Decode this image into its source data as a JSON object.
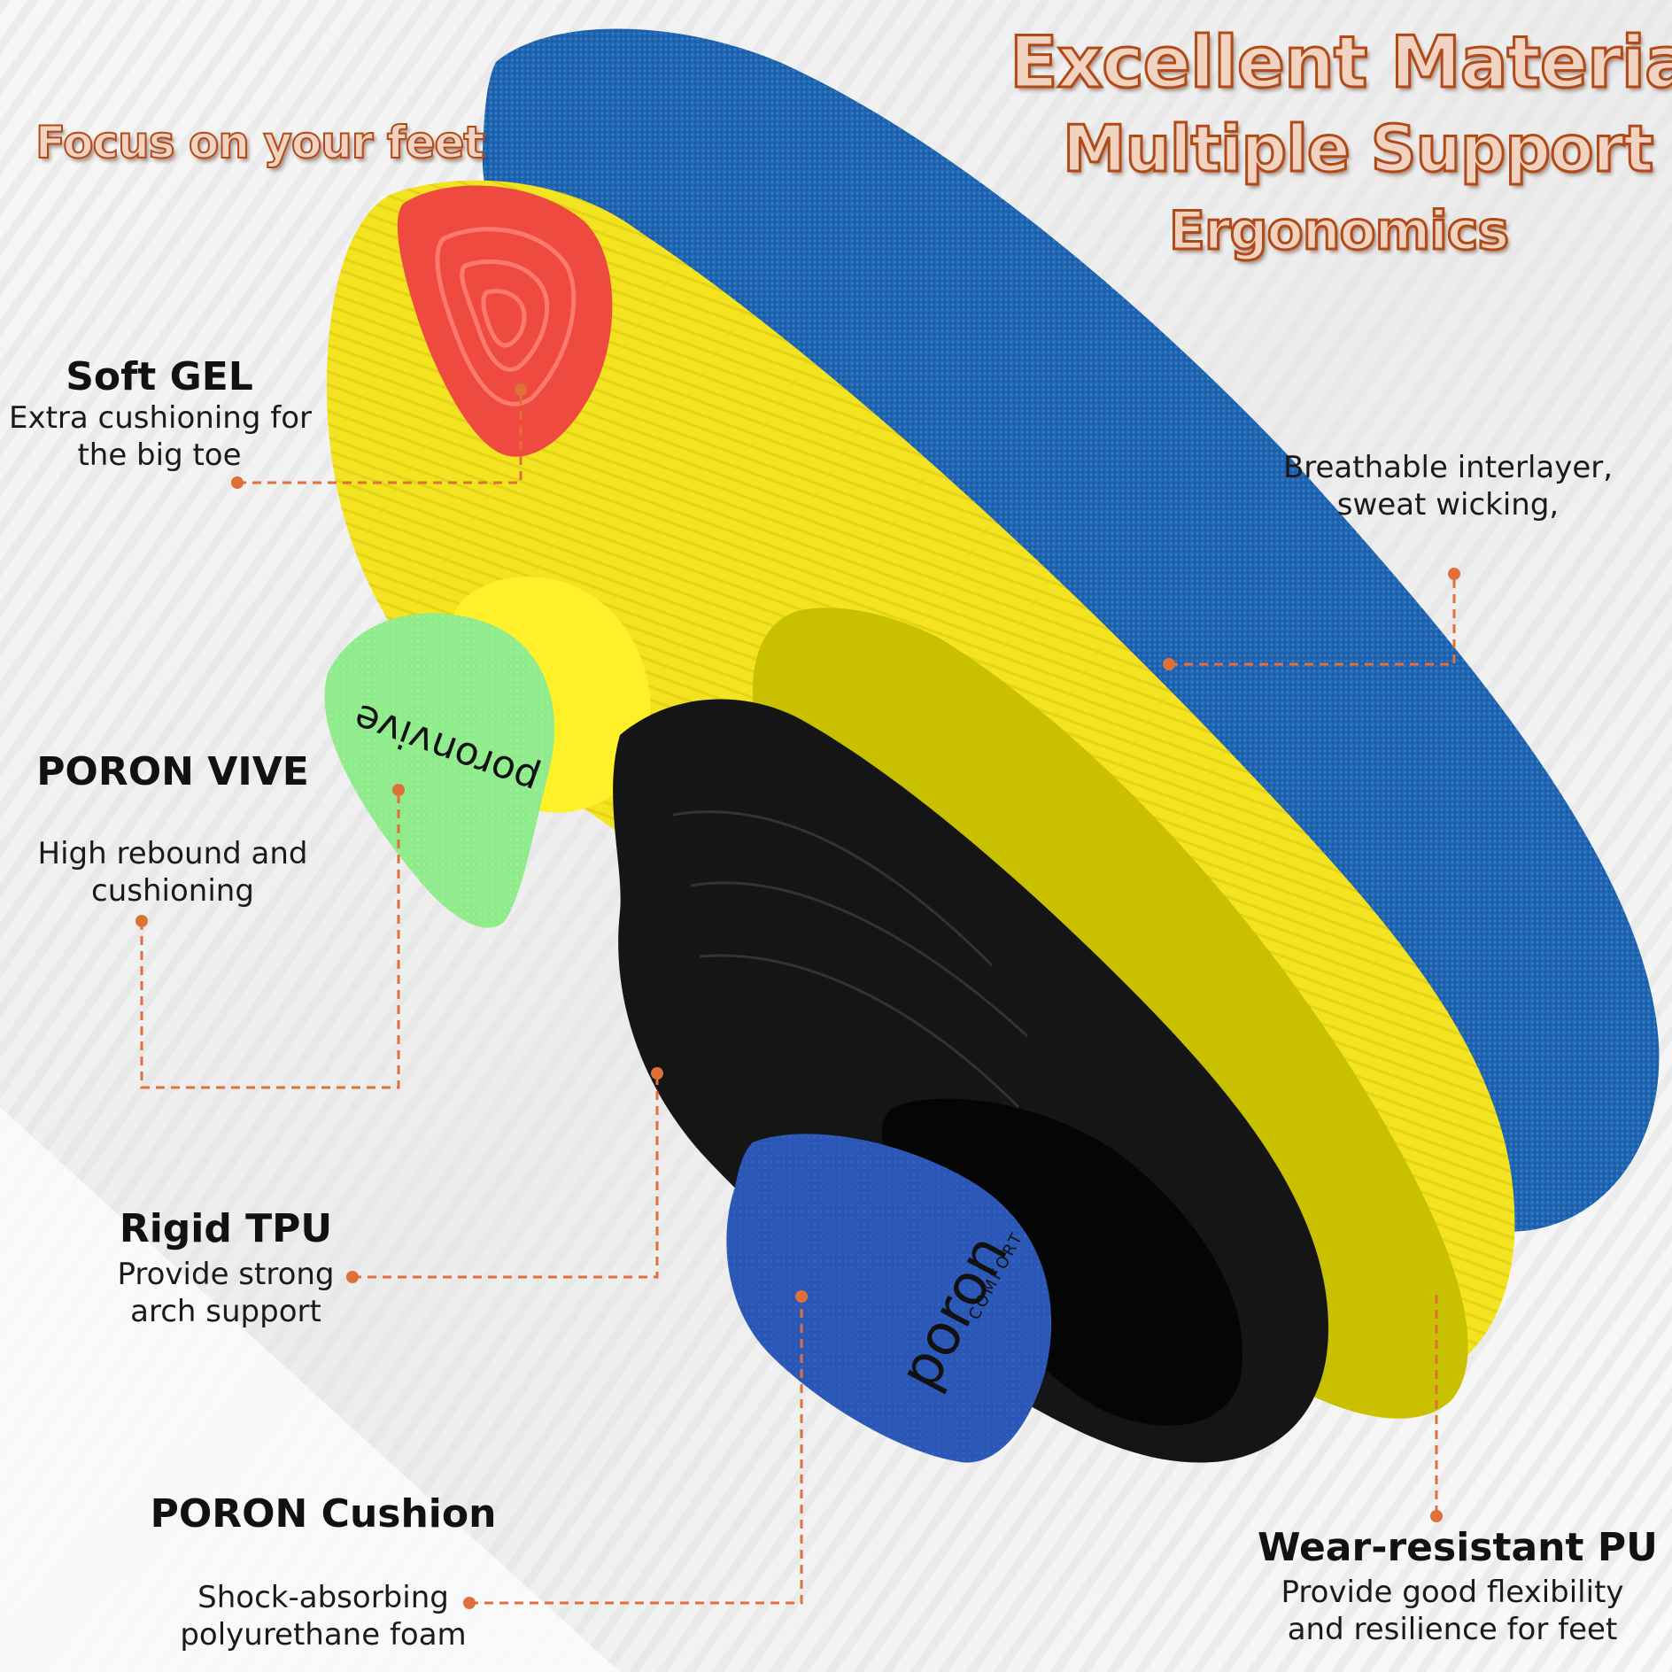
{
  "headline": {
    "line1": "Excellent Material",
    "line2": "Multiple Support",
    "line3": "Ergonomics"
  },
  "tagline": "Focus on your feet",
  "callouts": {
    "soft_gel": {
      "title": "Soft GEL",
      "desc1": "Extra cushioning for",
      "desc2": "the big toe"
    },
    "poron_vive": {
      "title": "PORON VIVE",
      "desc1": "High rebound and",
      "desc2": "cushioning"
    },
    "rigid_tpu": {
      "title": "Rigid TPU",
      "desc1": "Provide strong",
      "desc2": "arch support"
    },
    "poron_cushion": {
      "title": "PORON Cushion",
      "desc1": "Shock-absorbing",
      "desc2": "polyurethane foam"
    },
    "breathable": {
      "desc1": "Breathable interlayer,",
      "desc2": "sweat wicking,"
    },
    "wear_pu": {
      "title": "Wear-resistant PU",
      "desc1": "Provide good flexibility",
      "desc2": "and resilience for feet"
    }
  },
  "logos": {
    "vive_brand": "poron",
    "vive_suffix": "vive",
    "comfort_brand": "poron",
    "comfort_sub": "COMFORT"
  },
  "colors": {
    "accent_orange": "#e0703a",
    "blue_foam": "#2266b0",
    "yellow_layer": "#f2e41c",
    "olive_layer": "#c8c000",
    "gel_red": "#ec4a40",
    "vive_green": "#8ee88a",
    "tpu_black": "#151515",
    "poron_blue": "#2a56b4"
  }
}
